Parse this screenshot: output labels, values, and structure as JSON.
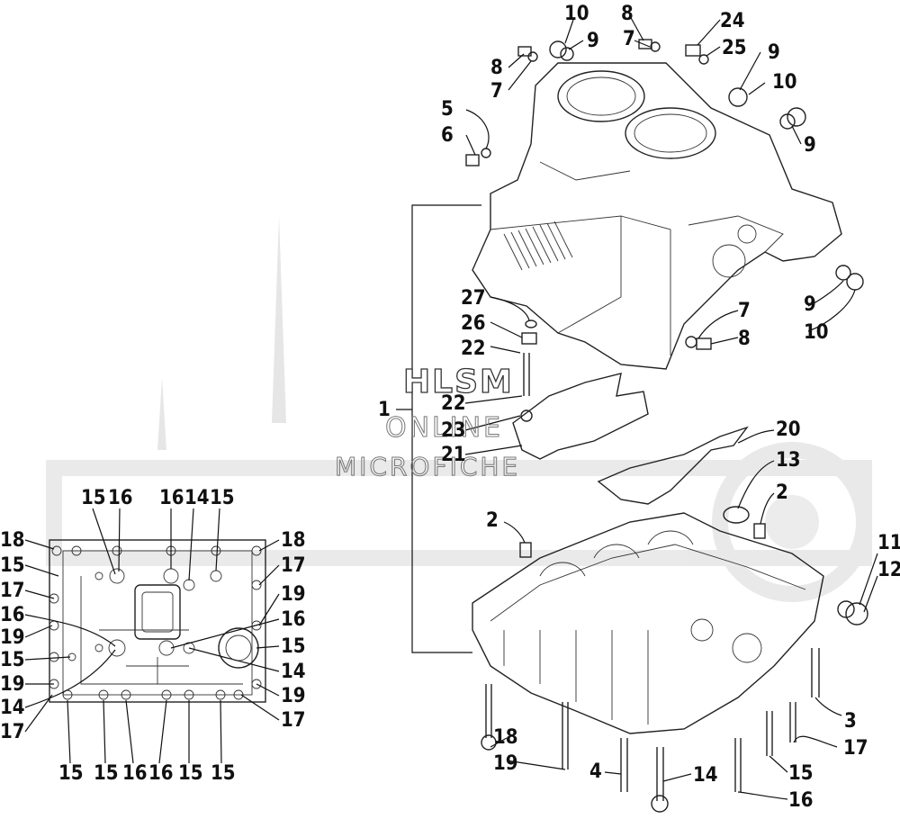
{
  "watermark": {
    "line1": "HLSM",
    "line2": "ONLINE",
    "line3": "MICROFICHE"
  },
  "callouts": [
    {
      "id": "c-10a",
      "text": "10"
    },
    {
      "id": "c-9a",
      "text": "9"
    },
    {
      "id": "c-8a",
      "text": "8"
    },
    {
      "id": "c-7a",
      "text": "7"
    },
    {
      "id": "c-24",
      "text": "24"
    },
    {
      "id": "c-25",
      "text": "25"
    },
    {
      "id": "c-8b",
      "text": "8"
    },
    {
      "id": "c-7b",
      "text": "7"
    },
    {
      "id": "c-9b",
      "text": "9"
    },
    {
      "id": "c-10b",
      "text": "10"
    },
    {
      "id": "c-9c",
      "text": "9"
    },
    {
      "id": "c-5",
      "text": "5"
    },
    {
      "id": "c-6",
      "text": "6"
    },
    {
      "id": "c-27",
      "text": "27"
    },
    {
      "id": "c-26",
      "text": "26"
    },
    {
      "id": "c-22a",
      "text": "22"
    },
    {
      "id": "c-7c",
      "text": "7"
    },
    {
      "id": "c-8c",
      "text": "8"
    },
    {
      "id": "c-9d",
      "text": "9"
    },
    {
      "id": "c-10c",
      "text": "10"
    },
    {
      "id": "c-1",
      "text": "1"
    },
    {
      "id": "c-22b",
      "text": "22"
    },
    {
      "id": "c-23",
      "text": "23"
    },
    {
      "id": "c-21",
      "text": "21"
    },
    {
      "id": "c-20",
      "text": "20"
    },
    {
      "id": "c-13",
      "text": "13"
    },
    {
      "id": "c-2a",
      "text": "2"
    },
    {
      "id": "c-2b",
      "text": "2"
    },
    {
      "id": "c-11",
      "text": "11"
    },
    {
      "id": "c-12",
      "text": "12"
    },
    {
      "id": "c-3",
      "text": "3"
    },
    {
      "id": "c-17r",
      "text": "17"
    },
    {
      "id": "c-18r",
      "text": "18"
    },
    {
      "id": "c-19r",
      "text": "19"
    },
    {
      "id": "c-4",
      "text": "4"
    },
    {
      "id": "c-14r",
      "text": "14"
    },
    {
      "id": "c-15r",
      "text": "15"
    },
    {
      "id": "c-16r",
      "text": "16"
    },
    {
      "id": "l-15a",
      "text": "15"
    },
    {
      "id": "l-16a",
      "text": "16"
    },
    {
      "id": "l-16b",
      "text": "16"
    },
    {
      "id": "l-14a",
      "text": "14"
    },
    {
      "id": "l-15b",
      "text": "15"
    },
    {
      "id": "l-18a",
      "text": "18"
    },
    {
      "id": "l-18b",
      "text": "18"
    },
    {
      "id": "l-15c",
      "text": "15"
    },
    {
      "id": "l-17a",
      "text": "17"
    },
    {
      "id": "l-17b",
      "text": "17"
    },
    {
      "id": "l-19a",
      "text": "19"
    },
    {
      "id": "l-16c",
      "text": "16"
    },
    {
      "id": "l-16d",
      "text": "16"
    },
    {
      "id": "l-19b",
      "text": "19"
    },
    {
      "id": "l-15d",
      "text": "15"
    },
    {
      "id": "l-15e",
      "text": "15"
    },
    {
      "id": "l-19c",
      "text": "19"
    },
    {
      "id": "l-14b",
      "text": "14"
    },
    {
      "id": "l-14c",
      "text": "14"
    },
    {
      "id": "l-19d",
      "text": "19"
    },
    {
      "id": "l-17c",
      "text": "17"
    },
    {
      "id": "l-17d",
      "text": "17"
    },
    {
      "id": "l-15f",
      "text": "15"
    },
    {
      "id": "l-15g",
      "text": "15"
    },
    {
      "id": "l-16e",
      "text": "16"
    },
    {
      "id": "l-16f",
      "text": "16"
    },
    {
      "id": "l-15h",
      "text": "15"
    },
    {
      "id": "l-15i",
      "text": "15"
    }
  ]
}
